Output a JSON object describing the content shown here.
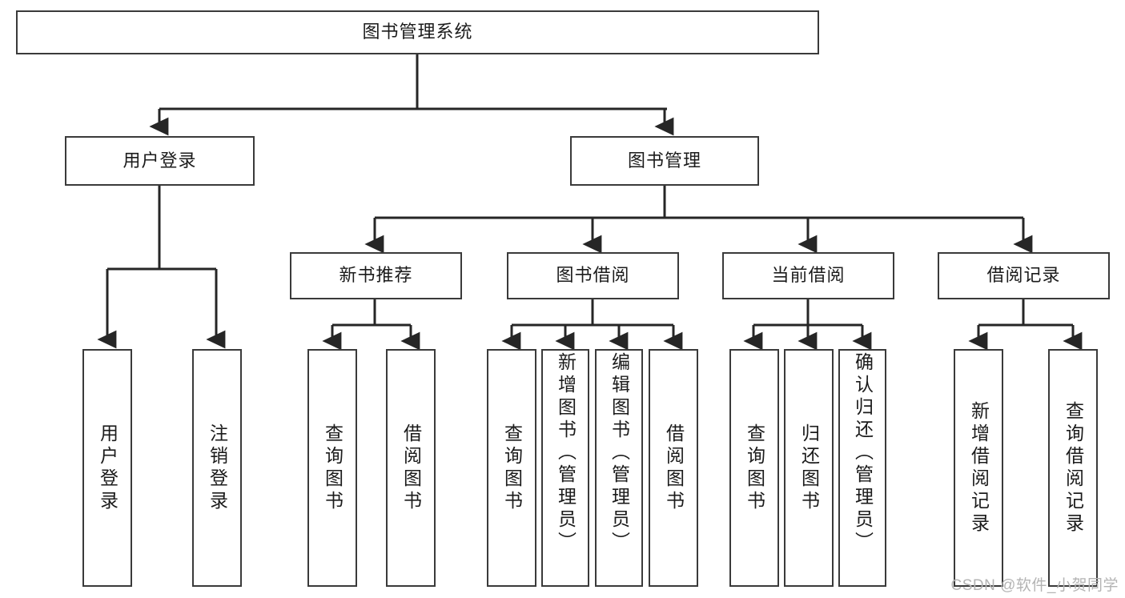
{
  "diagram": {
    "type": "tree-hierarchy",
    "title": "图书管理系统",
    "root": {
      "id": "root",
      "label": "图书管理系统"
    },
    "level2": [
      {
        "id": "user-login",
        "label": "用户登录"
      },
      {
        "id": "book-manage",
        "label": "图书管理"
      }
    ],
    "level3": [
      {
        "id": "new-book-rec",
        "label": "新书推荐",
        "parent": "book-manage"
      },
      {
        "id": "book-borrow",
        "label": "图书借阅",
        "parent": "book-manage"
      },
      {
        "id": "current-borrow",
        "label": "当前借阅",
        "parent": "book-manage"
      },
      {
        "id": "borrow-record",
        "label": "借阅记录",
        "parent": "book-manage"
      }
    ],
    "leaves": [
      {
        "id": "leaf-user-login",
        "label": "用户登录",
        "parent": "user-login"
      },
      {
        "id": "leaf-user-logout",
        "label": "注销登录",
        "parent": "user-login"
      },
      {
        "id": "leaf-rec-query",
        "label": "查询图书",
        "parent": "new-book-rec"
      },
      {
        "id": "leaf-rec-borrow",
        "label": "借阅图书",
        "parent": "new-book-rec"
      },
      {
        "id": "leaf-borrow-query",
        "label": "查询图书",
        "parent": "book-borrow"
      },
      {
        "id": "leaf-borrow-add",
        "label": "新增图书（管理员）",
        "parent": "book-borrow"
      },
      {
        "id": "leaf-borrow-edit",
        "label": "编辑图书（管理员）",
        "parent": "book-borrow"
      },
      {
        "id": "leaf-borrow-lend",
        "label": "借阅图书",
        "parent": "book-borrow"
      },
      {
        "id": "leaf-cur-query",
        "label": "查询图书",
        "parent": "current-borrow"
      },
      {
        "id": "leaf-cur-return",
        "label": "归还图书",
        "parent": "current-borrow"
      },
      {
        "id": "leaf-cur-confirm",
        "label": "确认归还（管理员）",
        "parent": "current-borrow"
      },
      {
        "id": "leaf-rec-add",
        "label": "新增借阅记录",
        "parent": "borrow-record"
      },
      {
        "id": "leaf-rec-query2",
        "label": "查询借阅记录",
        "parent": "borrow-record"
      }
    ]
  },
  "watermark": {
    "text": "CSDN @软件_小贺同学"
  },
  "colors": {
    "stroke": "#3a3a3a",
    "line": "#262626",
    "text": "#1b1b1b",
    "background": "#ffffff",
    "watermark": "#b4b4b4"
  }
}
